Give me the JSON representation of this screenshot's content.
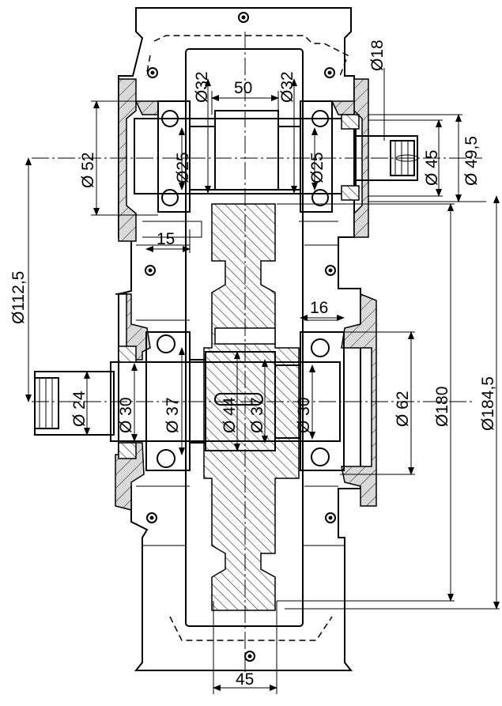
{
  "dimensions": {
    "d32_left": "Ø32",
    "len_50": "50",
    "d32_right": "Ø32",
    "d18": "Ø18",
    "d52": "Ø 52",
    "d25_left": "Ø25",
    "d25_right": "Ø25",
    "d45": "Ø 45",
    "d49_5": "Ø 49,5",
    "len_15": "15",
    "d112_5": "Ø112,5",
    "len_16": "16",
    "d24": "Ø 24",
    "d30_left": "Ø 30",
    "d37_left": "Ø 37",
    "d44": "Ø 44",
    "d37_mid": "Ø 37",
    "d30_right": "Ø 30",
    "d62": "Ø 62",
    "d180": "Ø180",
    "d184_5": "Ø184,5",
    "len_45": "45"
  }
}
